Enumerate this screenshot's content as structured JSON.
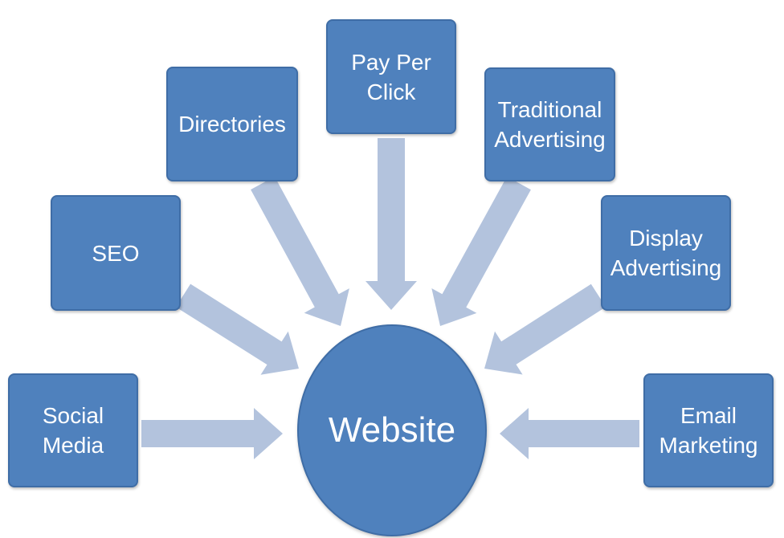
{
  "hub": {
    "label": "Website"
  },
  "sources": [
    {
      "id": "social",
      "label": "Social\nMedia"
    },
    {
      "id": "seo",
      "label": "SEO"
    },
    {
      "id": "dir",
      "label": "Directories"
    },
    {
      "id": "ppc",
      "label": "Pay Per\nClick"
    },
    {
      "id": "trad",
      "label": "Traditional\nAdvertising"
    },
    {
      "id": "display",
      "label": "Display\nAdvertising"
    },
    {
      "id": "email",
      "label": "Email\nMarketing"
    }
  ],
  "colors": {
    "box_fill": "#4f81bd",
    "box_border": "#3f6da6",
    "arrow_fill": "#b3c3dd",
    "text": "#ffffff"
  }
}
